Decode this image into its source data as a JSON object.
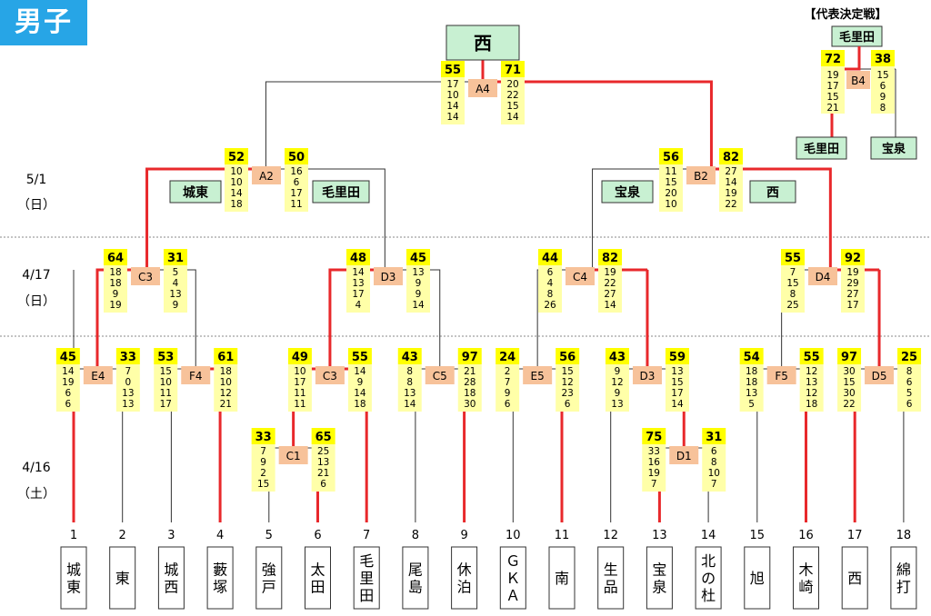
{
  "title": "男子",
  "champion": "西",
  "playoff": {
    "title": "【代表決定戦】",
    "winner": "毛里田",
    "match": {
      "id": "B4",
      "ls": 72,
      "rs": 38,
      "lsets": [
        19,
        17,
        15,
        21
      ],
      "rsets": [
        15,
        6,
        9,
        8
      ]
    },
    "left": "毛里田",
    "right": "宝泉"
  },
  "dates": [
    {
      "line1": "5/1",
      "line2": "（日）"
    },
    {
      "line1": "4/17",
      "line2": "（日）"
    },
    {
      "line1": "4/16",
      "line2": "（土）"
    }
  ],
  "winner_labels": [
    {
      "text": "城東"
    },
    {
      "text": "毛里田"
    },
    {
      "text": "宝泉"
    },
    {
      "text": "西"
    }
  ],
  "teams": [
    {
      "no": "1",
      "name": "城東"
    },
    {
      "no": "2",
      "name": "東"
    },
    {
      "no": "3",
      "name": "城西"
    },
    {
      "no": "4",
      "name": "藪塚"
    },
    {
      "no": "5",
      "name": "強戸"
    },
    {
      "no": "6",
      "name": "太田"
    },
    {
      "no": "7",
      "name": "毛里田"
    },
    {
      "no": "8",
      "name": "尾島"
    },
    {
      "no": "9",
      "name": "休泊"
    },
    {
      "no": "10",
      "name": "ＧＫＡ"
    },
    {
      "no": "11",
      "name": "南"
    },
    {
      "no": "12",
      "name": "生品"
    },
    {
      "no": "13",
      "name": "宝泉"
    },
    {
      "no": "14",
      "name": "北の杜"
    },
    {
      "no": "15",
      "name": "旭"
    },
    {
      "no": "16",
      "name": "木崎"
    },
    {
      "no": "17",
      "name": "西"
    },
    {
      "no": "18",
      "name": "綿打"
    }
  ],
  "matches": [
    {
      "id": "A4",
      "ls": 55,
      "rs": 71,
      "lsets": [
        17,
        10,
        14,
        14
      ],
      "rsets": [
        20,
        22,
        15,
        14
      ]
    },
    {
      "id": "A2",
      "ls": 52,
      "rs": 50,
      "lsets": [
        10,
        10,
        14,
        18
      ],
      "rsets": [
        16,
        6,
        17,
        11
      ]
    },
    {
      "id": "B2",
      "ls": 56,
      "rs": 82,
      "lsets": [
        11,
        15,
        20,
        10
      ],
      "rsets": [
        27,
        14,
        19,
        22
      ]
    },
    {
      "id": "C3",
      "ls": 64,
      "rs": 31,
      "lsets": [
        18,
        18,
        9,
        19
      ],
      "rsets": [
        5,
        4,
        13,
        9
      ]
    },
    {
      "id": "D3",
      "ls": 48,
      "rs": 45,
      "lsets": [
        14,
        13,
        17,
        4
      ],
      "rsets": [
        13,
        9,
        9,
        14
      ]
    },
    {
      "id": "C4",
      "ls": 44,
      "rs": 82,
      "lsets": [
        6,
        4,
        8,
        26
      ],
      "rsets": [
        19,
        22,
        27,
        14
      ]
    },
    {
      "id": "D4",
      "ls": 55,
      "rs": 92,
      "lsets": [
        7,
        15,
        8,
        25
      ],
      "rsets": [
        19,
        29,
        27,
        17
      ]
    },
    {
      "id": "E4",
      "ls": 45,
      "rs": 33,
      "lsets": [
        14,
        19,
        6,
        6
      ],
      "rsets": [
        7,
        0,
        13,
        13
      ]
    },
    {
      "id": "F4",
      "ls": 53,
      "rs": 61,
      "lsets": [
        15,
        10,
        11,
        17
      ],
      "rsets": [
        18,
        10,
        12,
        21
      ]
    },
    {
      "id": "C3",
      "ls": 49,
      "rs": 55,
      "lsets": [
        10,
        17,
        11,
        11
      ],
      "rsets": [
        14,
        9,
        14,
        18
      ]
    },
    {
      "id": "C5",
      "ls": 43,
      "rs": 97,
      "lsets": [
        8,
        8,
        13,
        14
      ],
      "rsets": [
        21,
        28,
        18,
        30
      ]
    },
    {
      "id": "E5",
      "ls": 24,
      "rs": 56,
      "lsets": [
        2,
        7,
        9,
        6
      ],
      "rsets": [
        15,
        12,
        23,
        6
      ]
    },
    {
      "id": "D3",
      "ls": 43,
      "rs": 59,
      "lsets": [
        9,
        12,
        9,
        13
      ],
      "rsets": [
        13,
        15,
        17,
        14
      ]
    },
    {
      "id": "F5",
      "ls": 54,
      "rs": 55,
      "lsets": [
        18,
        18,
        13,
        5
      ],
      "rsets": [
        12,
        13,
        12,
        18
      ]
    },
    {
      "id": "D5",
      "ls": 97,
      "rs": 25,
      "lsets": [
        30,
        15,
        30,
        22
      ],
      "rsets": [
        8,
        6,
        5,
        6
      ]
    },
    {
      "id": "C1",
      "ls": 33,
      "rs": 65,
      "lsets": [
        7,
        9,
        2,
        15
      ],
      "rsets": [
        25,
        13,
        21,
        6
      ]
    },
    {
      "id": "D1",
      "ls": 75,
      "rs": 31,
      "lsets": [
        33,
        16,
        19,
        7
      ],
      "rsets": [
        6,
        8,
        10,
        7
      ]
    }
  ]
}
